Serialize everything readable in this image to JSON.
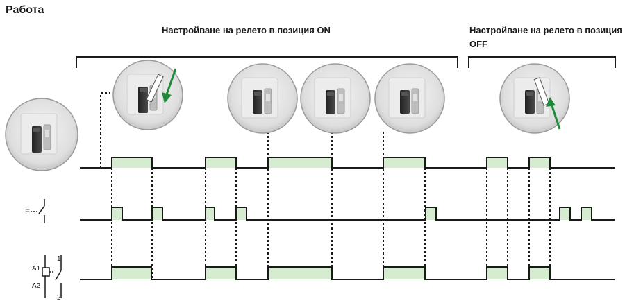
{
  "title": "Работа",
  "sections": {
    "on_label": "Настройване на релето в позиция ON",
    "off_label": "Настройване на релето в позиция OFF"
  },
  "symbols": {
    "input_letter": "E",
    "coil_a1": "A1",
    "coil_a2": "A2",
    "contact_1": "1",
    "contact_2": "2"
  },
  "colors": {
    "pulse_fill": "#d6ecd0",
    "line": "#1a1a1a",
    "arrow": "#1f8a3a"
  },
  "switch_photos": [
    {
      "id": "initial",
      "position": "off",
      "arrow": "none"
    },
    {
      "id": "set-on",
      "position": "off",
      "arrow": "down"
    },
    {
      "id": "on-1",
      "position": "on",
      "arrow": "none"
    },
    {
      "id": "on-2",
      "position": "on",
      "arrow": "none"
    },
    {
      "id": "on-3",
      "position": "on",
      "arrow": "none"
    },
    {
      "id": "set-off",
      "position": "on",
      "arrow": "up"
    }
  ]
}
